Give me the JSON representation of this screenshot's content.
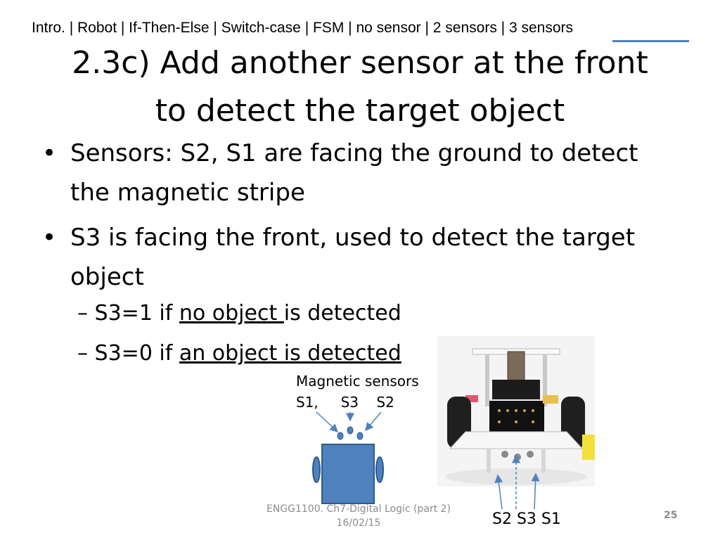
{
  "nav": {
    "items": [
      "Intro.",
      "Robot",
      "If-Then-Else",
      "Switch-case",
      "FSM",
      "no sensor",
      "2 sensors"
    ],
    "current": "3 sensors",
    "separator": " | ",
    "accent_color": "#4f81bd"
  },
  "title": {
    "line1": "2.3c) Add another sensor at the front",
    "line2": "to detect the target object"
  },
  "bullets": [
    {
      "text1": "Sensors: S2, S1 are facing the ground to detect",
      "text2": "the magnetic stripe"
    },
    {
      "text1": "S3 is facing the front, used to detect the target",
      "text2": "object"
    }
  ],
  "subbullets": [
    {
      "prefix": "S3=1 if ",
      "underline": "no object ",
      "suffix": "is detected"
    },
    {
      "prefix": "S3=0 if ",
      "underline": "an object is detected",
      "suffix": ""
    }
  ],
  "diagram": {
    "heading": "Magnetic sensors",
    "labels": "S1,     S3    S2",
    "robot_color": "#4f81bd",
    "robot_border": "#2e5a8c"
  },
  "photo": {
    "sensor_labels": "S2 S3 S1"
  },
  "footer": {
    "course": "ENGG1100. Ch7-Digital Logic (part 2)",
    "date": "16/02/15",
    "page": "25"
  }
}
